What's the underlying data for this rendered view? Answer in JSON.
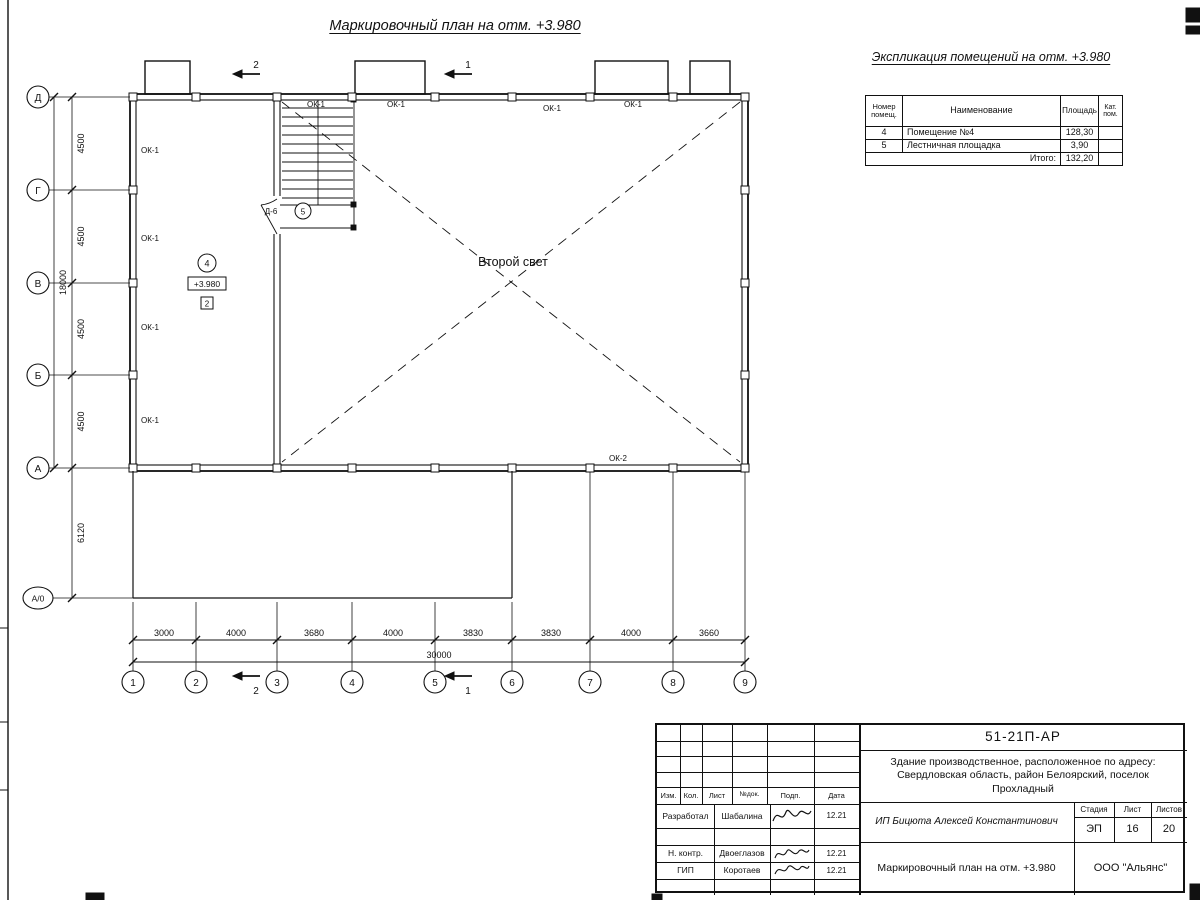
{
  "page": {
    "title": "Маркировочный план на отм. +3.980"
  },
  "explication": {
    "heading": "Экспликация помещений на отм. +3.980",
    "col_num": "Номер помещ.",
    "col_name": "Наименование",
    "col_area": "Площадь",
    "col_cat": "Кат. пом.",
    "rows": [
      {
        "num": "4",
        "name": "Помещение №4",
        "area": "128,30"
      },
      {
        "num": "5",
        "name": "Лестничная площадка",
        "area": "3,90"
      }
    ],
    "total_label": "Итого:",
    "total": "132,20"
  },
  "plan": {
    "second_light": "Второй свет",
    "elevation": "+3.980",
    "room4": "4",
    "room5": "5",
    "zone": "2",
    "door": "Д-6",
    "window1": "ОК-1",
    "window2": "ОК-2",
    "axis_rows": [
      "Д",
      "Г",
      "В",
      "Б",
      "А",
      "А/0"
    ],
    "axis_cols": [
      "1",
      "2",
      "3",
      "4",
      "5",
      "6",
      "7",
      "8",
      "9"
    ],
    "dims_v": [
      "4500",
      "4500",
      "4500",
      "4500"
    ],
    "dim_v_total": "18000",
    "dim_below": "6120",
    "dims_h": [
      "3000",
      "4000",
      "3680",
      "4000",
      "3830",
      "3830",
      "4000",
      "3660"
    ],
    "dim_h_total": "30000",
    "section1": "1",
    "section2": "2"
  },
  "titleblock": {
    "doc_number": "51-21П-АР",
    "description": "Здание производственное, расположенное по адресу: Свердловская область, район Белоярский, поселок Прохладный",
    "h_izm": "Изм.",
    "h_kol": "Кол.",
    "h_list": "Лист",
    "h_ndok": "№док.",
    "h_podp": "Подп.",
    "h_data": "Дата",
    "r1_role": "Разработал",
    "r1_name": "Шабалина",
    "r1_date": "12.21",
    "r2_role": "Н. контр.",
    "r2_name": "Двоеглазов",
    "r2_date": "12.21",
    "r3_role": "ГИП",
    "r3_name": "Коротаев",
    "r3_date": "12.21",
    "client": "ИП Бицюта Алексей Константинович",
    "stage_label": "Стадия",
    "sheet_label": "Лист",
    "sheets_label": "Листов",
    "stage": "ЭП",
    "sheet": "16",
    "sheets": "20",
    "sheet_title": "Маркировочный план на отм. +3.980",
    "company": "ООО \"Альянс\""
  }
}
